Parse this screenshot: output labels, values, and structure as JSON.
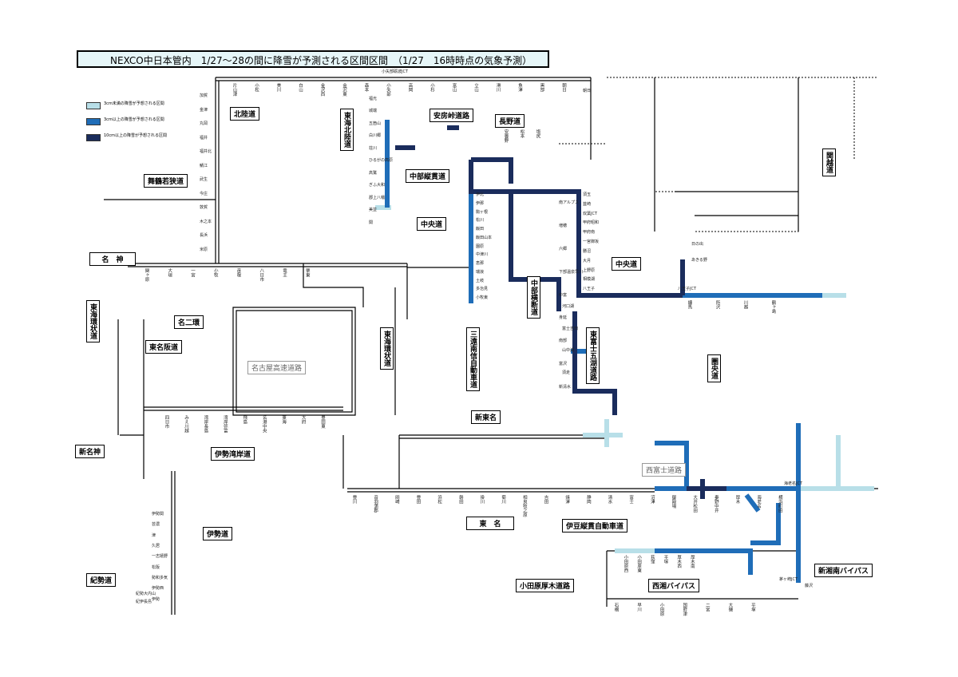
{
  "title": "NEXCO中日本管内　1/27〜28の間に降雪が予測される区間区間　（1/27　16時時点の気象予測）",
  "legend": [
    {
      "label": "3cm未満の降雪が予想される区間",
      "color": "#b8dfe8"
    },
    {
      "label": "3cm以上の降雪が予想される区間",
      "color": "#1f6db8"
    },
    {
      "label": "10cm以上の降雪が予想される区間",
      "color": "#1a2c5c"
    }
  ],
  "roads": {
    "hokuriku": "北陸道",
    "tokai_hokuriku": "東海北陸道",
    "anbo": "安房峠道路",
    "nagano": "長野道",
    "chubu_jukan": "中部縦貫道",
    "maizuru": "舞鶴若狭道",
    "chuo_w": "中央道",
    "chuo_e": "中央道",
    "meishin": "名　神",
    "chubu_odan": "中部横断道",
    "meinikan": "名二環",
    "tokai_kanjo": "東海環状道",
    "sanen": "三遠南信自動車道",
    "higashi_fuji": "東富士五湖道路",
    "ken_o": "圏央道",
    "tomei_han": "東名阪道",
    "nagoya_exp": "名古屋高速道路",
    "kan_etsu": "関越道",
    "tokai_kanjo_w": "東海環状道",
    "shin_meishin": "新名神",
    "isewangan": "伊勢湾岸道",
    "shin_tomei": "新東名",
    "nishi_fuji": "西富士道路",
    "tomei": "東　名",
    "izu": "伊豆縦貫自動車道",
    "ise": "伊勢道",
    "kisei": "紀勢道",
    "odawara": "小田原厚木道路",
    "seisho": "西湘バイパス",
    "shinshonan": "新湘南バイパス"
  },
  "labels": {
    "kosugi": "小矢部砺波JCT",
    "asahi": "朝日",
    "hachioji": "八王子JCT",
    "akiruno": "あきる野",
    "hinode": "日の出",
    "ebina": "海老名JCT",
    "fujisawa": "藤沢",
    "chigasaki": "茅ヶ崎JCT"
  },
  "ics": {
    "hokuriku": [
      "加賀",
      "金津",
      "丸岡",
      "福井",
      "福井北",
      "鯖江",
      "武生",
      "今庄",
      "敦賀",
      "木之本",
      "長浜",
      "米原"
    ],
    "hokuriku_top": [
      "片山津",
      "小松",
      "美川",
      "白山",
      "金沢西",
      "金沢東",
      "森本",
      "小矢部",
      "高岡",
      "小杉",
      "富山",
      "立山",
      "滑川",
      "魚津",
      "黒部",
      "朝日"
    ],
    "tokai_hokuriku": [
      "福光",
      "城端",
      "五箇山",
      "白川郷",
      "荘川",
      "ひるがの高原",
      "高鷲",
      "ぎふ大和",
      "郡上八幡",
      "美並",
      "関"
    ],
    "nagano": [
      "安曇野",
      "松本",
      "塩尻"
    ],
    "chuo_w": [
      "伊北",
      "伊那",
      "駒ヶ根",
      "松川",
      "飯田",
      "飯田山本",
      "園原",
      "中津川",
      "恵那",
      "瑞浪",
      "土岐",
      "多治見",
      "小牧東"
    ],
    "chuo_e": [
      "須玉",
      "韮崎",
      "双葉JCT",
      "甲府昭和",
      "甲府南",
      "一宮御坂",
      "勝沼",
      "大月",
      "上野原",
      "相模湖",
      "八王子"
    ],
    "meishin": [
      "関ヶ原",
      "大垣",
      "一宮",
      "小牧",
      "彦根",
      "八日市",
      "竜王",
      "栗東"
    ],
    "tomei": [
      "豊川",
      "音羽蒲郡",
      "岡崎",
      "豊田",
      "浜松",
      "磐田",
      "掛川",
      "菊川",
      "相良牧之原",
      "吉田",
      "焼津",
      "静岡",
      "清水",
      "富士",
      "沼津",
      "御殿場",
      "大井松田",
      "秦野中井",
      "厚木",
      "海老名",
      "横浜町田"
    ],
    "chuo_odan": [
      "南アルプス",
      "増穂",
      "六郷",
      "下部温泉早川",
      "中富",
      "身延",
      "南部",
      "富沢",
      "新清水"
    ],
    "higashi_fuji": [
      "河口湖",
      "富士吉田",
      "山中湖",
      "須走"
    ],
    "isewangan": [
      "四日市",
      "みえ川越",
      "湾岸長島",
      "湾岸弥富",
      "飛島",
      "名港中央",
      "東海",
      "大府",
      "豊田東"
    ],
    "ise": [
      "伊勢関",
      "芸濃",
      "津",
      "久居",
      "一志嬉野",
      "松阪",
      "勢和多気",
      "伊勢西",
      "伊勢"
    ],
    "kisei": [
      "紀勢大内山",
      "紀伊長島"
    ],
    "odawara": [
      "小田原西",
      "小田原東",
      "荻窪",
      "平塚",
      "厚木西",
      "厚木南"
    ],
    "seisho": [
      "石橋",
      "早川",
      "小田原",
      "国府津",
      "二宮",
      "大磯",
      "平塚"
    ],
    "kan_etsu": [
      "練馬",
      "所沢",
      "川越",
      "鶴ヶ島"
    ]
  }
}
